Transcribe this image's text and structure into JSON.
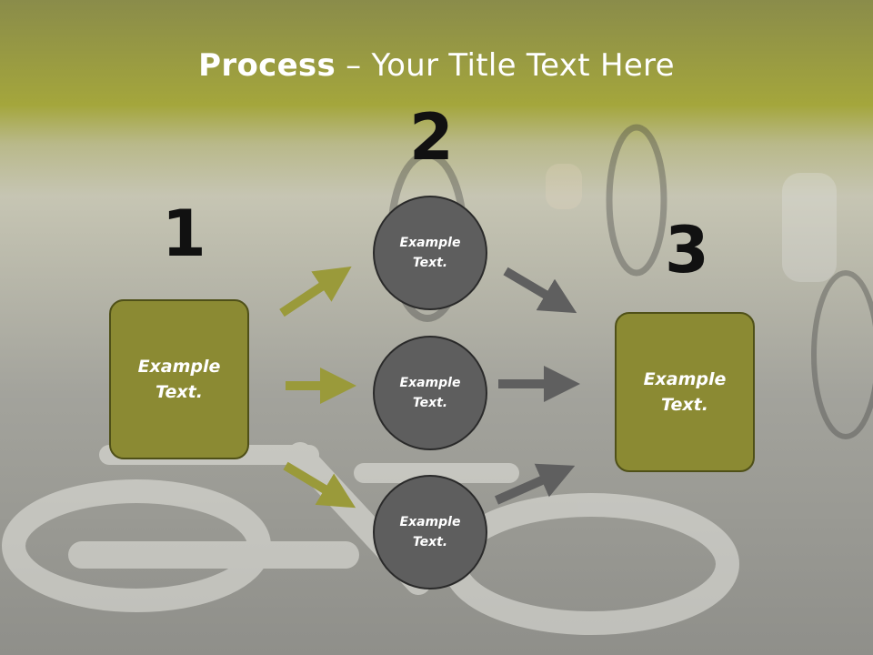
{
  "title": {
    "bold": "Process",
    "rest": " – Your Title Text Here"
  },
  "numbers": [
    "1",
    "2",
    "3"
  ],
  "left_box": {
    "text": "Example Text."
  },
  "circles": [
    {
      "text": "Example Text."
    },
    {
      "text": "Example Text."
    },
    {
      "text": "Example Text."
    }
  ],
  "right_box": {
    "text": "Example Text."
  },
  "colors": {
    "olive": "#8b8a33",
    "olive_arrow": "#9a9a3a",
    "gray_circle": "#5e5e5e",
    "gray_arrow": "#5f5f5f",
    "header": "#a4a63c"
  }
}
